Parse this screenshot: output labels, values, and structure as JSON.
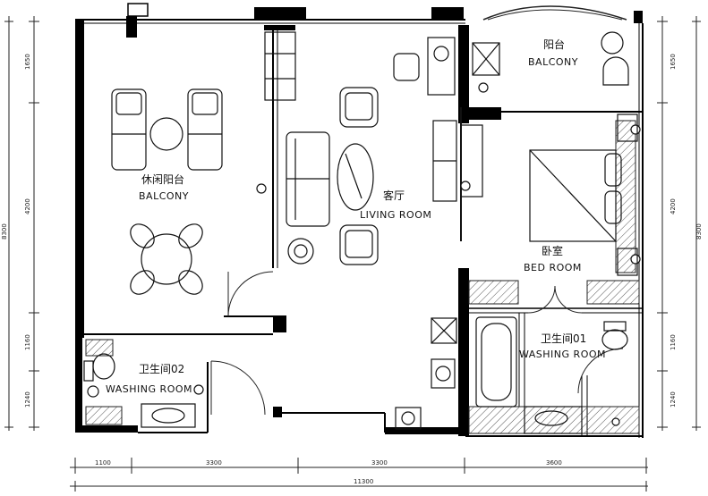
{
  "rooms": {
    "balcony_left": {
      "cn": "休闲阳台",
      "en": "BALCONY"
    },
    "living": {
      "cn": "客厅",
      "en": "LIVING ROOM"
    },
    "balcony_right": {
      "cn": "阳台",
      "en": "BALCONY"
    },
    "bedroom": {
      "cn": "卧室",
      "en": "BED ROOM"
    },
    "bath1": {
      "cn": "卫生间01",
      "en": "WASHING ROOM"
    },
    "bath2": {
      "cn": "卫生间02",
      "en": "WASHING ROOM"
    }
  },
  "dimensions": {
    "bottom": [
      "1100",
      "3300",
      "3300",
      "3600"
    ],
    "total": "11300",
    "left_segments": [
      "1650",
      "4200",
      "1160",
      "1240"
    ],
    "left_total": "8300",
    "right_segments": [
      "1650",
      "4200",
      "1160",
      "1240"
    ],
    "right_total": "8300"
  }
}
